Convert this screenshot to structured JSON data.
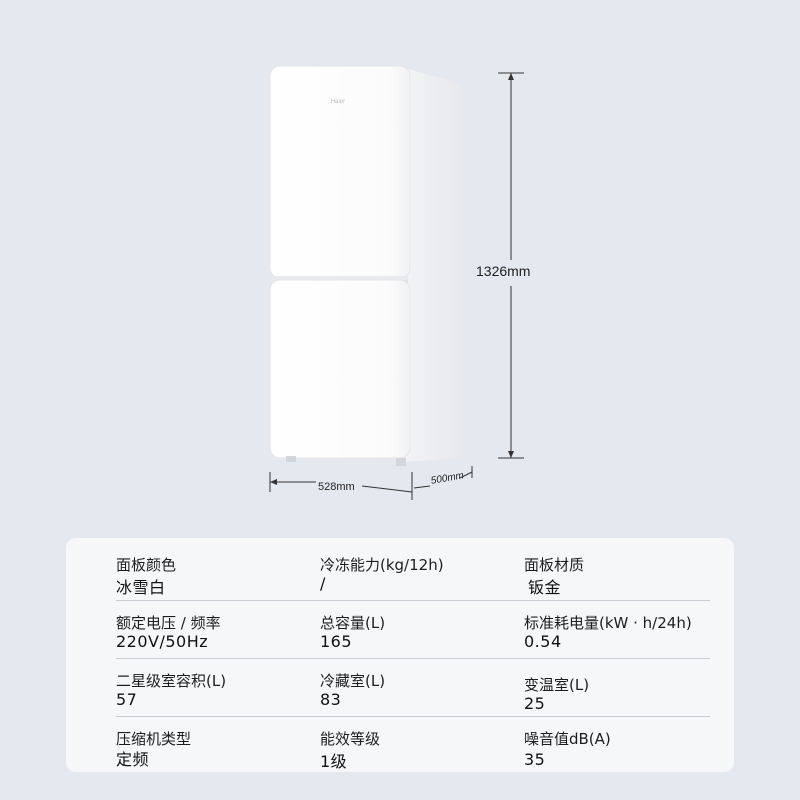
{
  "product": {
    "brand_logo": "Haier",
    "dimensions": {
      "height": "1326mm",
      "width": "528mm",
      "depth": "500mm"
    }
  },
  "specs": [
    [
      {
        "label": "面板颜色",
        "value": "冰雪白"
      },
      {
        "label": "冷冻能力(kg/12h)",
        "value": "/"
      },
      {
        "label": "面板材质",
        "value": "钣金"
      }
    ],
    [
      {
        "label": "额定电压 / 频率",
        "value": "220V/50Hz"
      },
      {
        "label": "总容量(L)",
        "value": "165"
      },
      {
        "label": "标准耗电量(kW · h/24h)",
        "value": "0.54"
      }
    ],
    [
      {
        "label": "二星级室容积(L)",
        "value": "57"
      },
      {
        "label": "冷藏室(L)",
        "value": "83"
      },
      {
        "label": "变温室(L)",
        "value": "25"
      }
    ],
    [
      {
        "label": "压缩机类型",
        "value": "定频"
      },
      {
        "label": "能效等级",
        "value": "1级"
      },
      {
        "label": "噪音值dB(A)",
        "value": "35"
      }
    ]
  ],
  "colors": {
    "background": "#e4e8ef",
    "card": "#f6f7f9",
    "fridge_body": "#ffffff",
    "dimension_line": "#333333"
  }
}
